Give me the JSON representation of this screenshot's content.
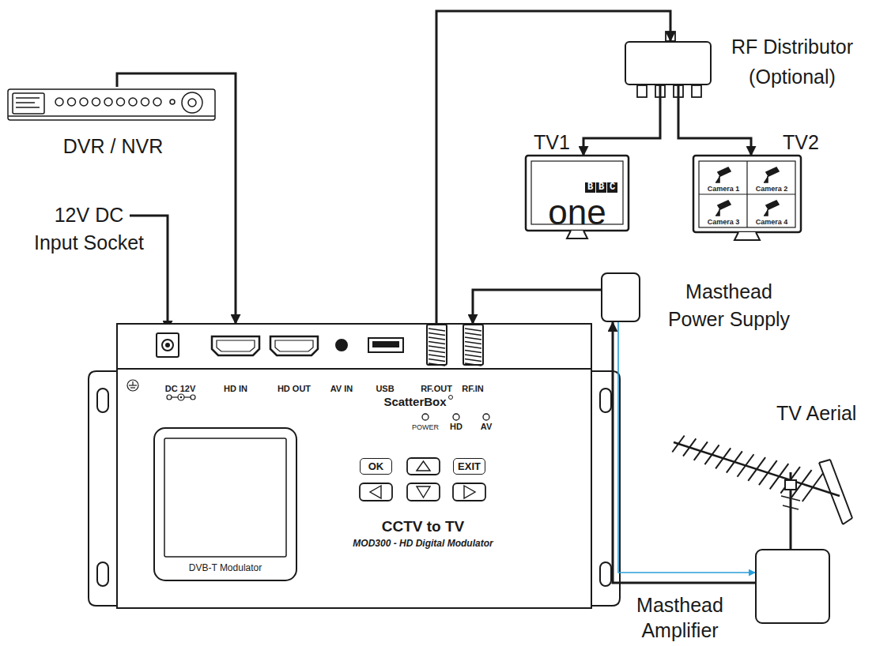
{
  "diagram": {
    "nodes": [
      {
        "text": [
          "DVR / NVR"
        ]
      },
      {
        "text": [
          "DC 12V",
          "HD IN",
          "HD OUT",
          "AV IN",
          "USB",
          "RF.OUT",
          "RF.IN",
          "ScatterBox",
          "POWER",
          "HD",
          "AV",
          "CCTV to TV",
          "MOD300 - HD Digital Modulator"
        ]
      },
      {
        "text": [
          "DVB-T Modulator"
        ],
        "in": 1
      },
      {
        "text": [
          "OK"
        ],
        "in": 1
      },
      {
        "text": [
          "EXIT"
        ],
        "in": 1
      },
      {
        "text": [
          "RF Distributor (Optional)"
        ]
      },
      {
        "text": [
          "TV1",
          "BBC",
          "one"
        ]
      },
      {
        "text": [
          "TV2",
          "Camera 1",
          "Camera 2",
          "Camera 3",
          "Camera 4"
        ]
      },
      {
        "text": [
          "Masthead Power Supply"
        ]
      },
      {
        "text": [
          "TV Aerial"
        ]
      },
      {
        "text": [
          "Masthead Amplifier"
        ]
      }
    ],
    "edges": [
      {
        "from": 0,
        "to": 1,
        "arrow": "to"
      },
      {
        "from": 1,
        "to": 5,
        "arrow": "to"
      },
      {
        "from": 5,
        "to": 6,
        "arrow": "to"
      },
      {
        "from": 5,
        "to": 7,
        "arrow": "to"
      },
      {
        "from": 8,
        "to": 1,
        "arrow": "to"
      },
      {
        "from": 10,
        "to": 8,
        "arrow": "to"
      },
      {
        "from": 8,
        "to": 10,
        "arrow": "to"
      },
      {
        "from": 9,
        "to": 10,
        "arrow": "none"
      }
    ],
    "labels": [
      "12V DC Input Socket"
    ]
  }
}
